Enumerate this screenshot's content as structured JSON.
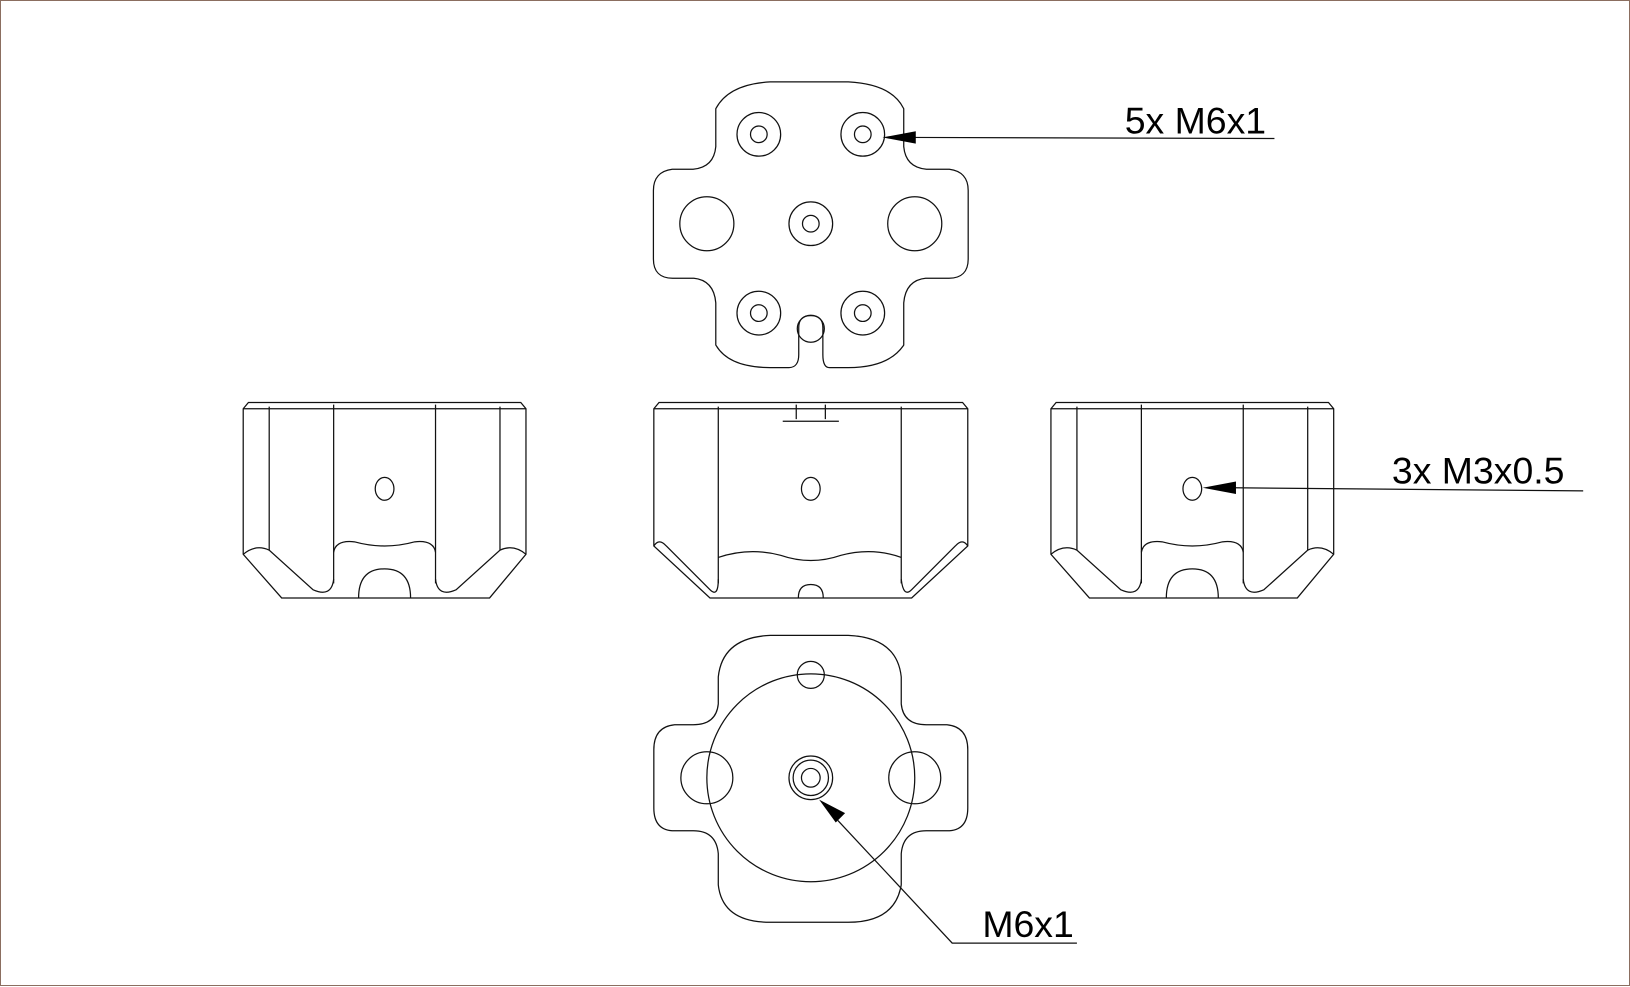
{
  "drawing": {
    "labels": {
      "top_holes": "5x M6x1",
      "side_holes": "3x M3x0.5",
      "bottom_hole": "M6x1"
    },
    "colors": {
      "frame": "#8b6e60",
      "line": "#111111"
    }
  }
}
